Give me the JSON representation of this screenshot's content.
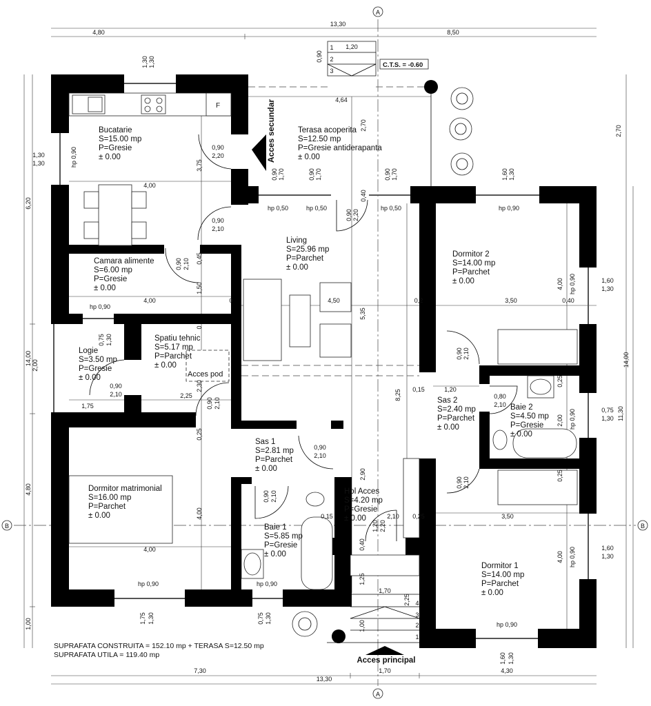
{
  "rooms": [
    {
      "name": "Bucatarie",
      "area": "S=15.00 mp",
      "floor": "P=Gresie",
      "level": "± 0.00"
    },
    {
      "name": "Terasa acoperita",
      "area": "S=12.50 mp",
      "floor": "P=Gresie antiderapanta",
      "level": "± 0.00"
    },
    {
      "name": "Living",
      "area": "S=25.96 mp",
      "floor": "P=Parchet",
      "level": "± 0.00"
    },
    {
      "name": "Camara alimente",
      "area": "S=6.00 mp",
      "floor": "P=Gresie",
      "level": "± 0.00"
    },
    {
      "name": "Dormitor  2",
      "area": "S=14.00 mp",
      "floor": "P=Parchet",
      "level": "± 0.00"
    },
    {
      "name": "Spatiu tehnic",
      "area": "S=5.17 mp",
      "floor": "P=Parchet",
      "level": "± 0.00"
    },
    {
      "name": "Logie",
      "area": "S=3.50 mp",
      "floor": "P=Gresie",
      "level": "± 0.00"
    },
    {
      "name": "Sas 2",
      "area": "S=2.40 mp",
      "floor": "P=Parchet",
      "level": "± 0.00"
    },
    {
      "name": "Baie  2",
      "area": "S=4.50 mp",
      "floor": "P=Gresie",
      "level": "± 0.00"
    },
    {
      "name": "Sas 1",
      "area": "S=2.81 mp",
      "floor": "P=Parchet",
      "level": "± 0.00"
    },
    {
      "name": "Dormitor  matrimonial",
      "area": "S=16.00 mp",
      "floor": "P=Parchet",
      "level": "± 0.00"
    },
    {
      "name": "Hol Acces",
      "area": "S=4.20 mp",
      "floor": "P=Gresie",
      "level": "± 0.00"
    },
    {
      "name": "Baie  1",
      "area": "S=5.85 mp",
      "floor": "P=Gresie",
      "level": "± 0.00"
    },
    {
      "name": "Dormitor  1",
      "area": "S=14.00 mp",
      "floor": "P=Parchet",
      "level": "± 0.00"
    }
  ],
  "dims": [
    "13,30",
    "4,80",
    "8,50",
    "1,20",
    "0,90",
    "1,30",
    "1,30",
    "1,30",
    "1,30",
    "hp 0,90",
    "6,20",
    "3,75",
    "4,00",
    "0,90",
    "2,20",
    "4,64",
    "2,70",
    "2,70",
    "0,90",
    "1,70",
    "0,90",
    "1,70",
    "0,90",
    "1,70",
    "1,60",
    "1,30",
    "hp 0,50",
    "hp 0,50",
    "hp 0,50",
    "hp 0,90",
    "0,40",
    "0,90",
    "2,20",
    "0,90",
    "2,10",
    "0,90",
    "2,10",
    "0,45",
    "1,50",
    "4,00",
    "0",
    "4,50",
    "5,35",
    "0,2",
    "3,50",
    "0,40",
    "4,00",
    "hp 0,90",
    "1,60",
    "1,30",
    "14,00",
    "2,00",
    "14,00",
    "hp 0,90",
    "0,75",
    "1,30",
    "0,90",
    "2,10",
    "0",
    "1,75",
    "2,25",
    "2,30",
    "0,90",
    "2,10",
    "0,25",
    "8,25",
    "0,15",
    "1,20",
    "0,80",
    "2,10",
    "0,90",
    "2,10",
    "0,25",
    "2,00",
    "hp 0,90",
    "0,75",
    "1,30",
    "11,30",
    "0,90",
    "2,10",
    "0,90",
    "2,10",
    "2,90",
    "0,90",
    "2,10",
    "0,25",
    "4,80",
    "4,00",
    "0,15",
    "2,10",
    "0,25",
    "3,50",
    "1,20",
    "2,20",
    "0,40",
    "4,00",
    "4,00",
    "hp 0,90",
    "1,60",
    "1,30",
    "hp 0,90",
    "hp 0,90",
    "1,75",
    "1,30",
    "0,75",
    "1,30",
    "1,25",
    "1,70",
    "2,25",
    "4",
    "3",
    "2",
    "1",
    "1,00",
    "hp 0,90",
    "1,00",
    "1,60",
    "1,30",
    "7,30",
    "1,70",
    "4,30",
    "13,30",
    "1",
    "2",
    "3"
  ],
  "labels": {
    "cts": "C.T.S. = -0.60",
    "acces_secundar": "Acces secundar",
    "acces_principal": "Acces principal",
    "acces_pod": "Acces pod",
    "fridge": "F"
  },
  "axes": {
    "a_top": "A",
    "a_bottom": "A",
    "b_left": "B",
    "b_right": "B"
  },
  "summary": {
    "line1": "SUPRAFATA CONSTRUITA  = 152.10 mp + TERASA  S=12.50 mp",
    "line2": "SUPRAFATA  UTILA  = 119.40 mp"
  }
}
